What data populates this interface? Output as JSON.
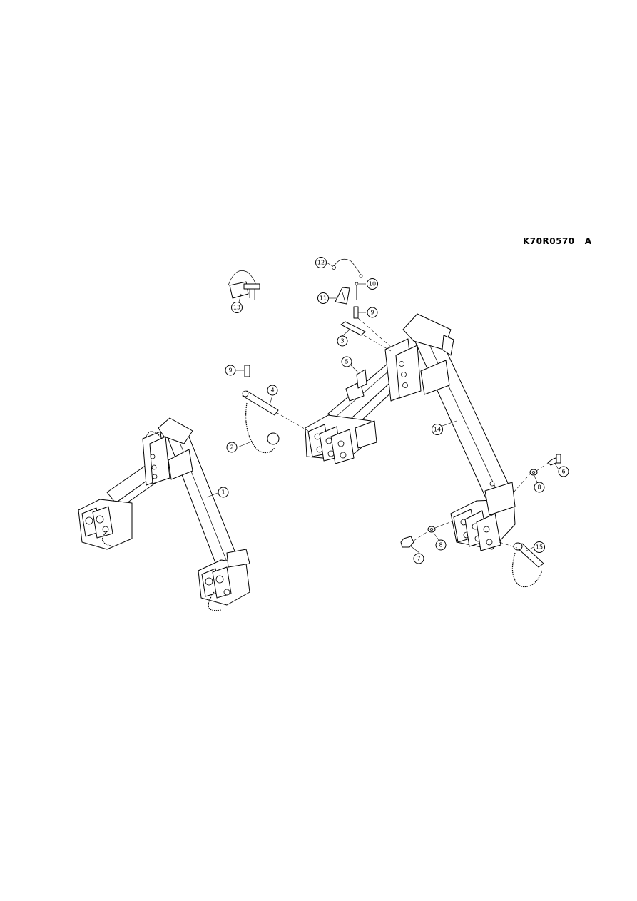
{
  "drawing": {
    "reference": "K70R0570",
    "revision": "A"
  },
  "callouts": [
    {
      "id": "c1",
      "label": "1"
    },
    {
      "id": "c2",
      "label": "2"
    },
    {
      "id": "c3",
      "label": "3"
    },
    {
      "id": "c4",
      "label": "4"
    },
    {
      "id": "c5",
      "label": "5"
    },
    {
      "id": "c6",
      "label": "6"
    },
    {
      "id": "c7",
      "label": "7"
    },
    {
      "id": "c8a",
      "label": "8"
    },
    {
      "id": "c8b",
      "label": "8"
    },
    {
      "id": "c9a",
      "label": "9"
    },
    {
      "id": "c9b",
      "label": "9"
    },
    {
      "id": "c10",
      "label": "10"
    },
    {
      "id": "c11",
      "label": "11"
    },
    {
      "id": "c12",
      "label": "12"
    },
    {
      "id": "c13",
      "label": "13"
    },
    {
      "id": "c14",
      "label": "14"
    },
    {
      "id": "c15",
      "label": "15"
    }
  ]
}
